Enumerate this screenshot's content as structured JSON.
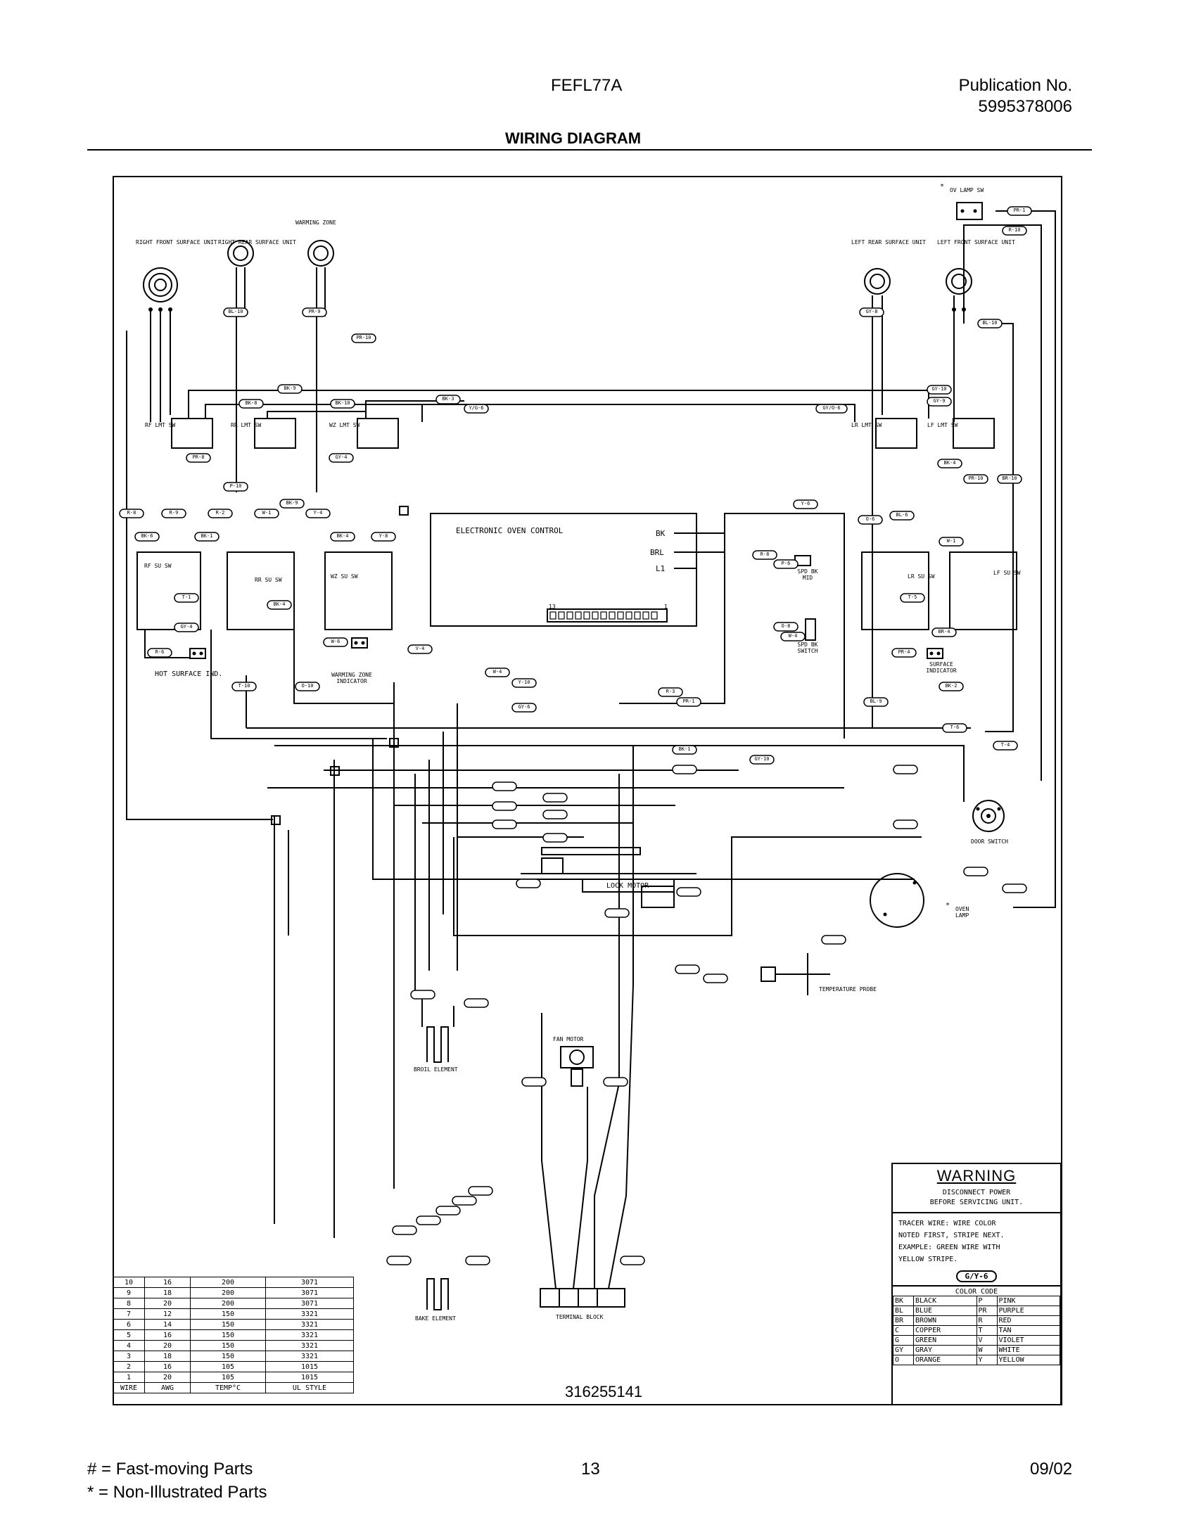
{
  "header": {
    "model": "FEFL77A",
    "publication_label": "Publication No.",
    "publication_number": "5995378006",
    "title": "WIRING DIAGRAM"
  },
  "diagram": {
    "document_number": "316255141",
    "components": {
      "rf_unit": "RIGHT FRONT SURFACE UNIT",
      "rr_unit": "RIGHT REAR SURFACE UNIT",
      "warming_zone": "WARMING ZONE",
      "lr_unit": "LEFT REAR SURFACE UNIT",
      "lf_unit": "LEFT FRONT SURFACE UNIT",
      "ov_lamp_sw": "OV LAMP SW",
      "eoc": "ELECTRONIC OVEN CONTROL",
      "eoc_bk": "BK",
      "eoc_brl": "BRL",
      "eoc_l1": "L1",
      "eoc_pin_13": "13",
      "eoc_pin_1": "1",
      "hot_surface_ind": "HOT SURFACE IND.",
      "warming_zone_ind": "WARMING ZONE INDICATOR",
      "spd_bk_mid": "SPD BK MID",
      "spd_bk_switch": "SPD BK SWITCH",
      "surface_indicator": "SURFACE INDICATOR",
      "door_switch": "DOOR SWITCH",
      "lock_motor": "LOCK MOTOR",
      "oven_lamp": "OVEN LAMP",
      "temperature_probe": "TEMPERATURE PROBE",
      "broil_element": "BROIL ELEMENT",
      "fan_motor": "FAN MOTOR",
      "bake_element": "BAKE ELEMENT",
      "terminal_block": "TERMINAL BLOCK",
      "rf_sw": "RF SU SW",
      "rr_sw": "RR SU SW",
      "wz_sw": "WZ SU SW",
      "lr_sw": "LR SU SW",
      "lf_sw": "LF SU SW",
      "rf_lmt": "RF LMT SW",
      "rr_lmt": "RR LMT SW",
      "wz_lmt": "WZ LMT SW",
      "lr_lmt": "LR LMT SW",
      "lf_lmt": "LF LMT SW"
    },
    "wire_tags": [
      "BL-10",
      "PR-9",
      "PR-10",
      "BK-9",
      "BK-8",
      "BK-10",
      "BK-3",
      "Y/G-6",
      "GY/O-6",
      "GY-10",
      "GY-9",
      "GY-8",
      "BL-10",
      "R-10",
      "PR-1",
      "PR-8",
      "GY-4",
      "BK-4",
      "PR-10",
      "BR-10",
      "P-10",
      "R-8",
      "R-9",
      "R-2",
      "W-1",
      "BK-9",
      "Y-4",
      "Y-6",
      "O-6",
      "BL-6",
      "BK-6",
      "BK-1",
      "BK-4",
      "Y-8",
      "R-8",
      "P-6",
      "W-1",
      "T-1",
      "BK-4",
      "T-5",
      "GY-4",
      "O-8",
      "W-4",
      "BR-4",
      "W-6",
      "V-4",
      "R-6",
      "PR-4",
      "W-4",
      "Y-10",
      "T-10",
      "O-10",
      "BK-2",
      "R-3",
      "PR-1",
      "GY-6",
      "BL-9",
      "T-6",
      "T-4",
      "BK-1",
      "GY-10"
    ],
    "star_markers": [
      "*",
      "*"
    ]
  },
  "wire_table": {
    "rows": [
      [
        "10",
        "16",
        "200",
        "3071"
      ],
      [
        "9",
        "18",
        "200",
        "3071"
      ],
      [
        "8",
        "20",
        "200",
        "3071"
      ],
      [
        "7",
        "12",
        "150",
        "3321"
      ],
      [
        "6",
        "14",
        "150",
        "3321"
      ],
      [
        "5",
        "16",
        "150",
        "3321"
      ],
      [
        "4",
        "20",
        "150",
        "3321"
      ],
      [
        "3",
        "18",
        "150",
        "3321"
      ],
      [
        "2",
        "16",
        "105",
        "1015"
      ],
      [
        "1",
        "20",
        "105",
        "1015"
      ]
    ],
    "headers": [
      "WIRE",
      "AWG",
      "TEMP°C",
      "UL STYLE"
    ]
  },
  "warning": {
    "title": "WARNING",
    "line1": "DISCONNECT POWER",
    "line2": "BEFORE SERVICING UNIT.",
    "trace1": "TRACER WIRE: WIRE COLOR",
    "trace2": "NOTED FIRST, STRIPE NEXT.",
    "trace3": "EXAMPLE: GREEN WIRE WITH",
    "trace4": "YELLOW STRIPE.",
    "sample": "G/Y-6",
    "color_code_title": "COLOR CODE",
    "color_codes": [
      [
        "BK",
        "BLACK",
        "P",
        "PINK"
      ],
      [
        "BL",
        "BLUE",
        "PR",
        "PURPLE"
      ],
      [
        "BR",
        "BROWN",
        "R",
        "RED"
      ],
      [
        "C",
        "COPPER",
        "T",
        "TAN"
      ],
      [
        "G",
        "GREEN",
        "V",
        "VIOLET"
      ],
      [
        "GY",
        "GRAY",
        "W",
        "WHITE"
      ],
      [
        "O",
        "ORANGE",
        "Y",
        "YELLOW"
      ]
    ]
  },
  "footer": {
    "legend1": "#  =  Fast-moving Parts",
    "legend2": "*   =  Non-Illustrated Parts",
    "page": "13",
    "date": "09/02"
  }
}
